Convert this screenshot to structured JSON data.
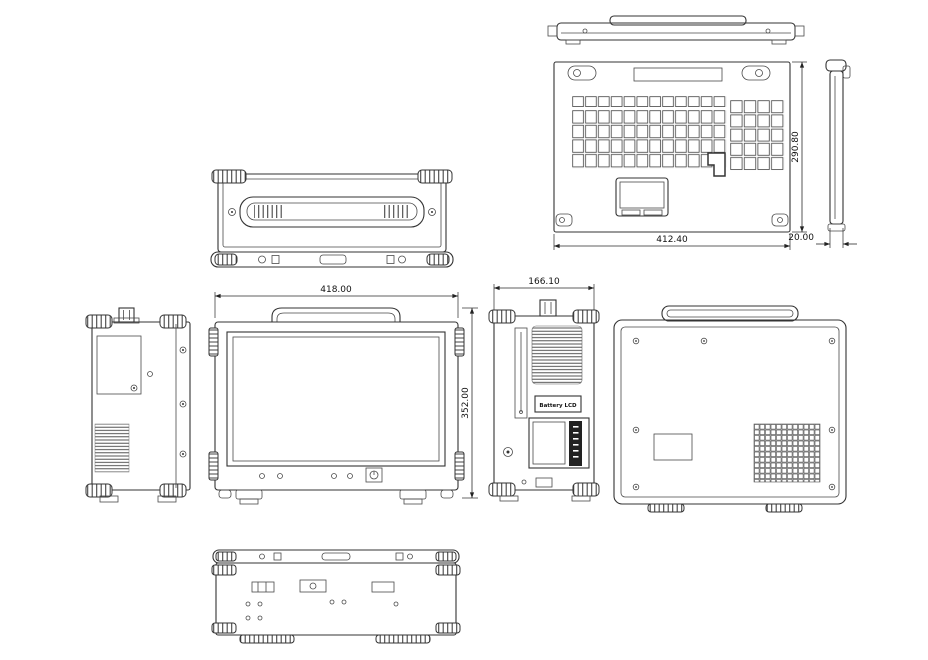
{
  "drawing": {
    "battery_label": "Battery LCD",
    "dims": {
      "front_width": "418.00",
      "front_height": "352.00",
      "side_depth": "166.10",
      "keyboard_width": "412.40",
      "keyboard_height": "290.80",
      "lid_thickness": "20.00"
    },
    "colors": {
      "line": "#333333",
      "background": "#ffffff"
    }
  }
}
